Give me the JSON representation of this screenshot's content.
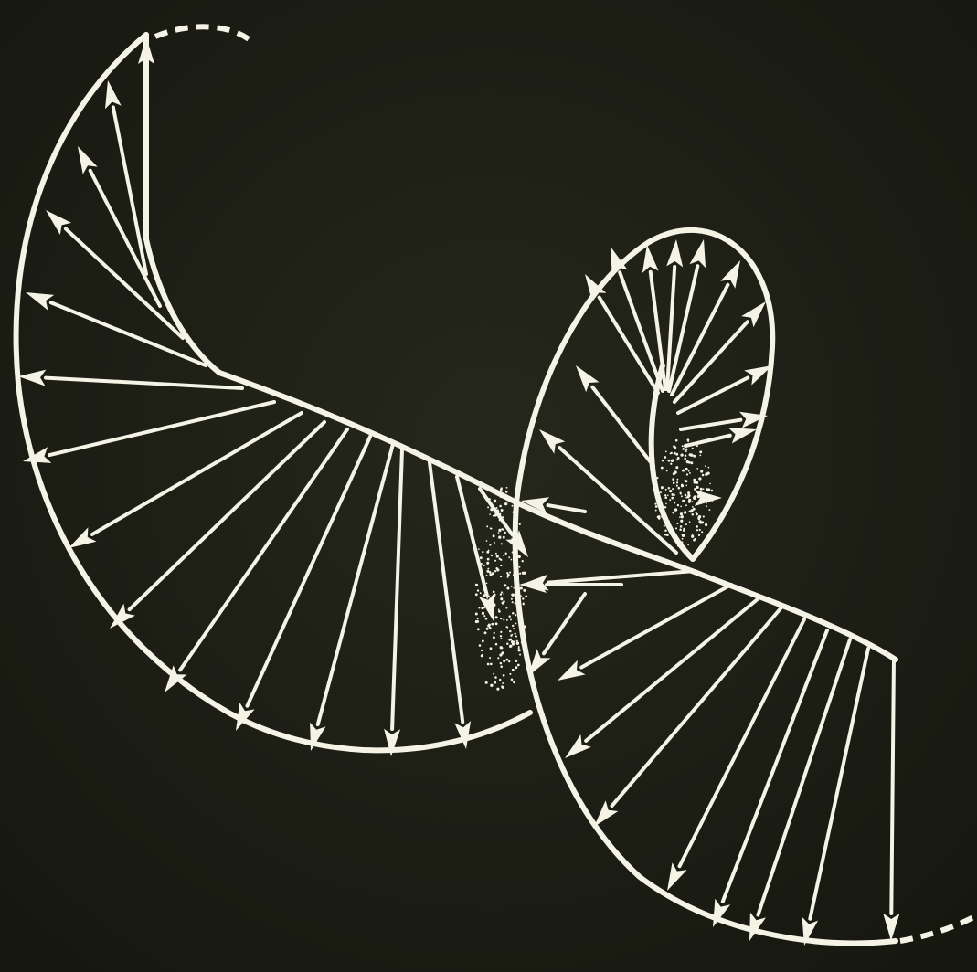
{
  "colors": {
    "background": "#1b1d14",
    "background_light": "#2c2e22",
    "stroke": "#f4f3e6",
    "stipple": "#f4f3e6"
  },
  "figure": {
    "type": "wave-polarization-vector-diagram",
    "label_text": "",
    "has_caption": false,
    "loop_count": 2,
    "dashed_continuations": 2,
    "arrow_count_total": 41
  }
}
